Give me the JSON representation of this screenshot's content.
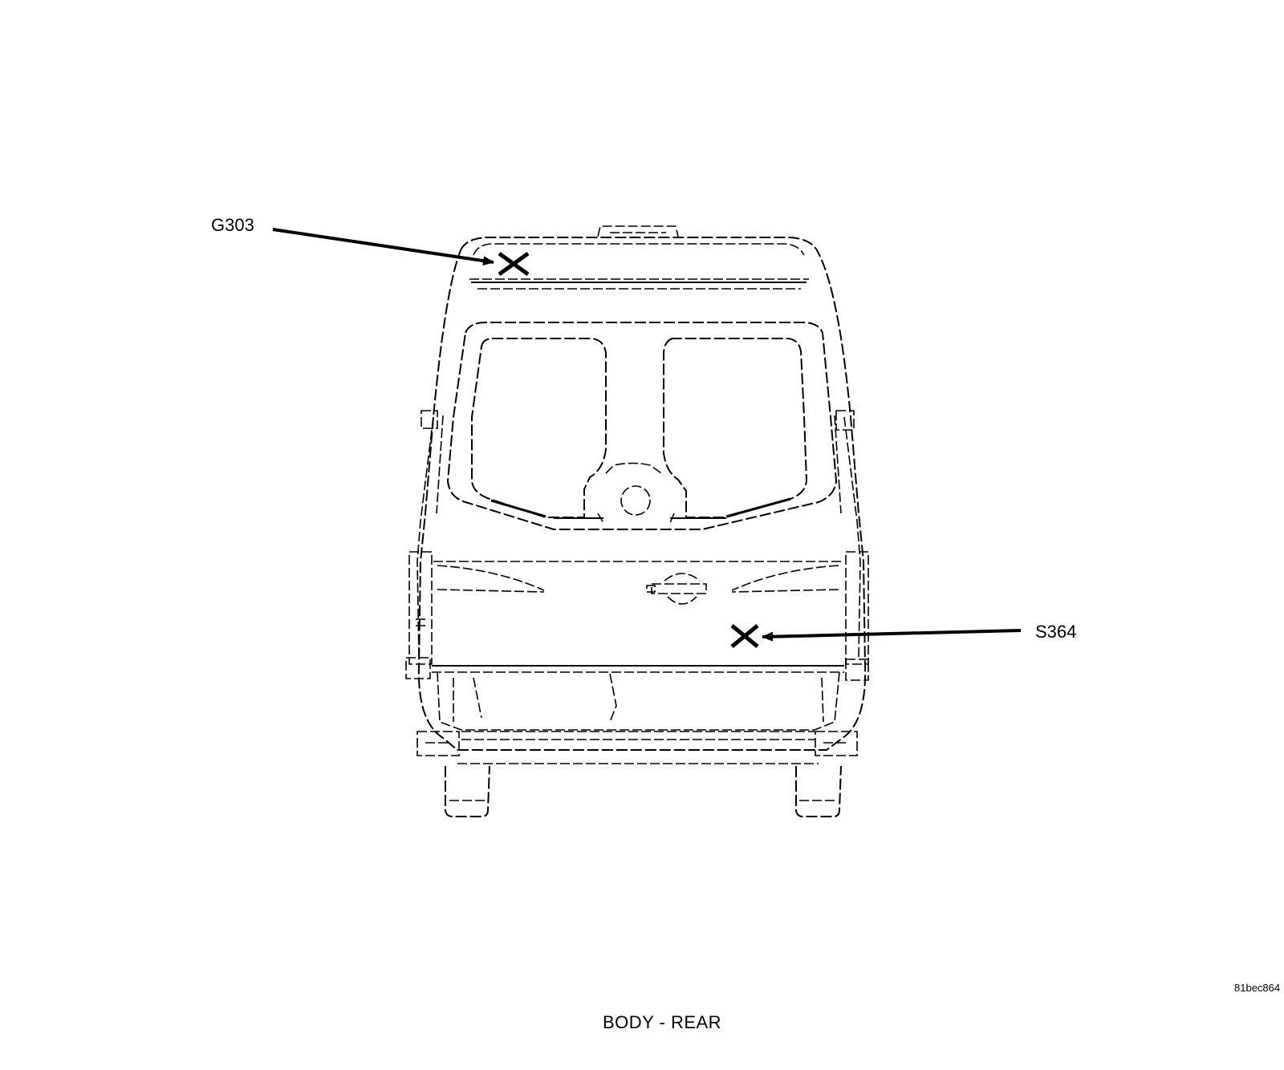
{
  "labels": {
    "g303": "G303",
    "s364": "S364",
    "figure_code": "81bec864",
    "caption": "BODY - REAR"
  },
  "icons": {
    "g303_marker": "cross-mark-icon",
    "s364_marker": "cross-mark-icon"
  },
  "colors": {
    "line": "#000000",
    "background": "#ffffff"
  }
}
